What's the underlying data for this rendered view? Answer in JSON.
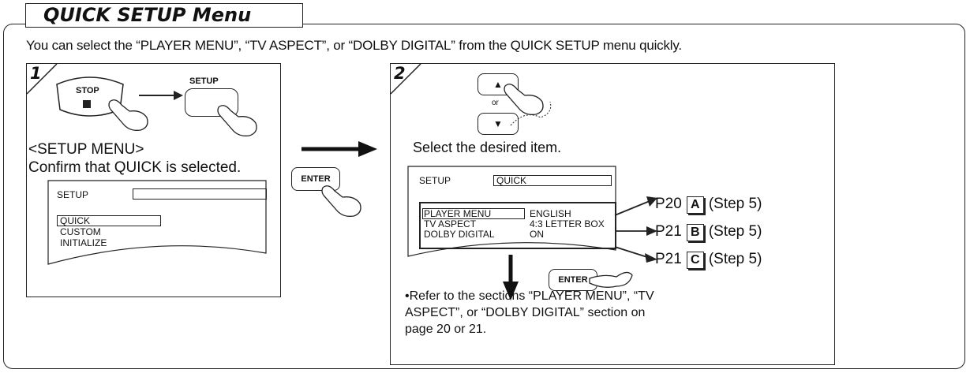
{
  "title": "QUICK SETUP Menu",
  "intro": "You can select the “PLAYER MENU”, “TV ASPECT”, or “DOLBY DIGITAL” from the QUICK SETUP menu quickly.",
  "step1": {
    "number": "1",
    "stop_label": "STOP",
    "setup_label": "SETUP",
    "heading": "<SETUP MENU>",
    "instruction": "Confirm that QUICK is selected.",
    "screen": {
      "title": "SETUP",
      "items": [
        "QUICK",
        "CUSTOM",
        "INITIALIZE"
      ]
    }
  },
  "enter_label": "ENTER",
  "step2": {
    "number": "2",
    "or_label": "or",
    "up_glyph": "▲",
    "down_glyph": "▼",
    "instruction": "Select the desired item.",
    "screen": {
      "title": "SETUP",
      "mode": "QUICK",
      "rows": [
        {
          "name": "PLAYER MENU",
          "value": "ENGLISH"
        },
        {
          "name": "TV ASPECT",
          "value": "4:3 LETTER BOX"
        },
        {
          "name": "DOLBY DIGITAL",
          "value": "ON"
        }
      ]
    },
    "refs": [
      {
        "page": "P20",
        "letter": "A",
        "step": "(Step 5)"
      },
      {
        "page": "P21",
        "letter": "B",
        "step": "(Step 5)"
      },
      {
        "page": "P21",
        "letter": "C",
        "step": "(Step 5)"
      }
    ],
    "enter_label": "ENTER",
    "note": "•Refer to the sections “PLAYER MENU”, “TV ASPECT”, or “DOLBY DIGITAL” section on page 20 or 21."
  }
}
